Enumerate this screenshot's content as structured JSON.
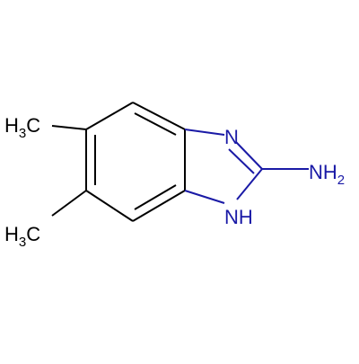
{
  "molecule": {
    "atom_labels": {
      "methyl_top": {
        "main": "H",
        "sub": "3",
        "tail": "C"
      },
      "methyl_bottom": {
        "main": "H",
        "sub": "3",
        "tail": "C"
      },
      "n3": "N",
      "n1h": "NH",
      "amine": {
        "main": "NH",
        "sub": "2"
      }
    },
    "colors": {
      "carbon_bond": "#000000",
      "nitrogen": "#1a1aa6",
      "background": "#ffffff"
    }
  }
}
